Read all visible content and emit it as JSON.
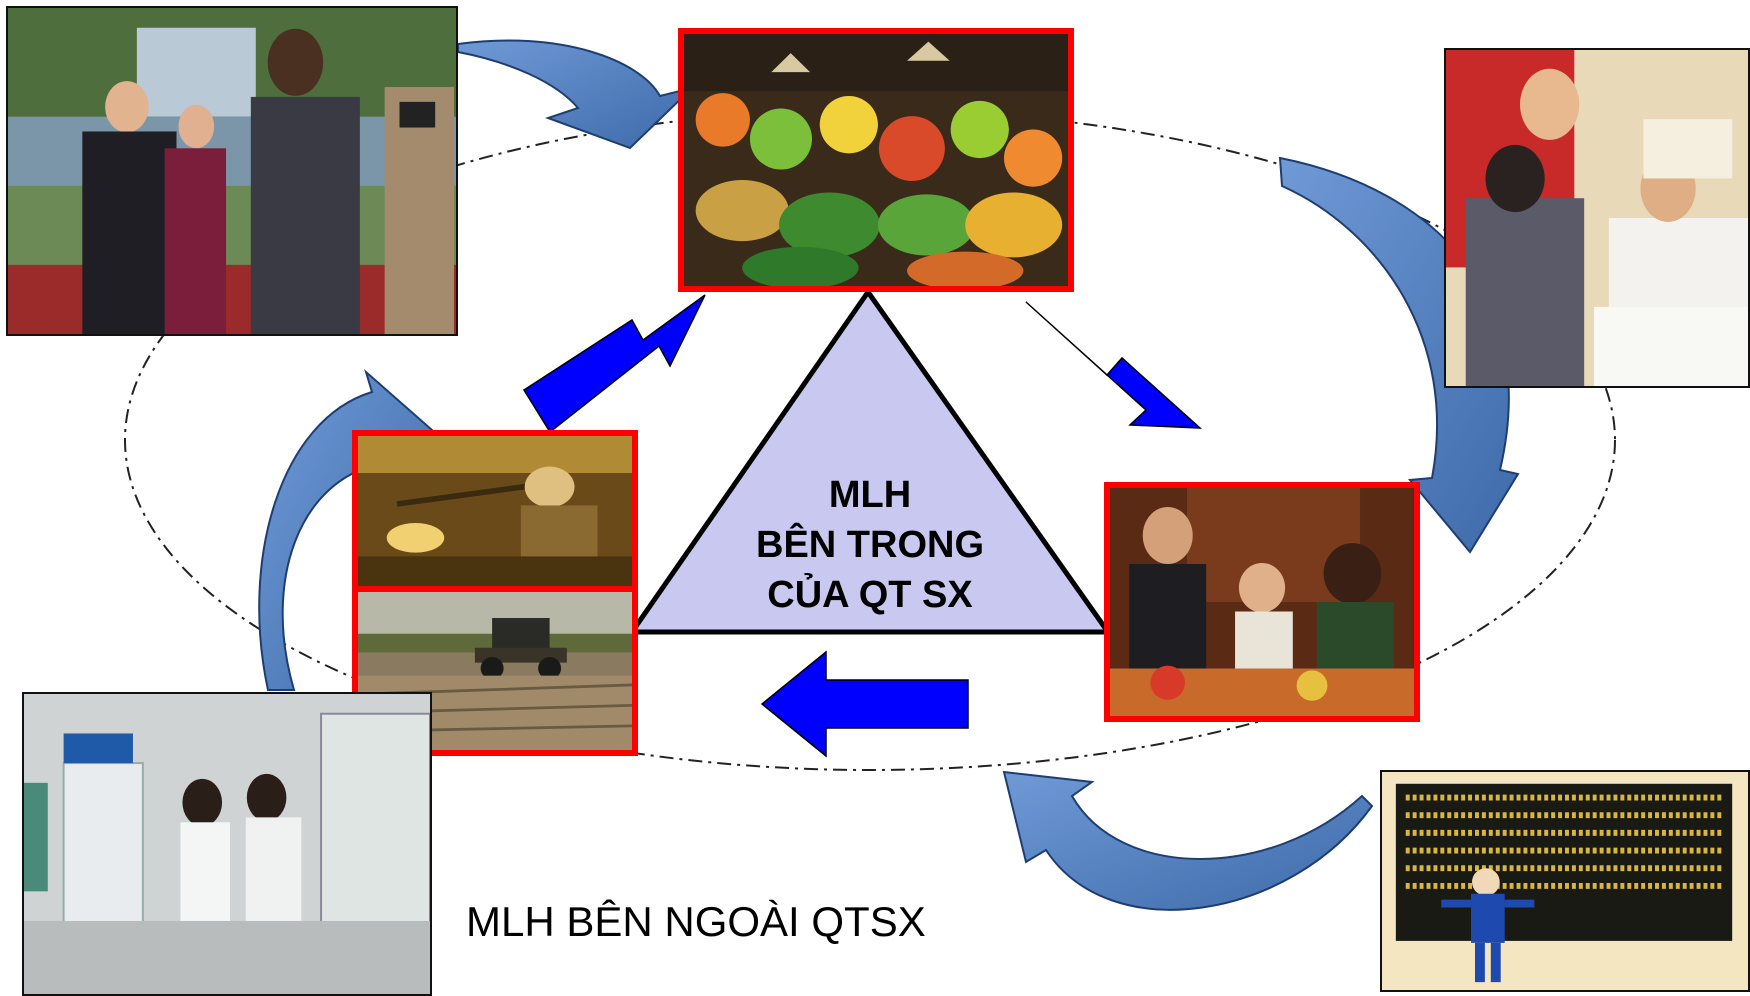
{
  "center": {
    "line1": "MLH",
    "line2": "BÊN TRONG",
    "line3": "CỦA QT SX"
  },
  "outer_label": "MLH BÊN NGOÀI QTSX",
  "colors": {
    "triangle_fill": "#c8c8f0",
    "frame_red": "#ff0000",
    "inner_arrow": "#0000ff",
    "outer_arrow": "#4f7fc0"
  }
}
